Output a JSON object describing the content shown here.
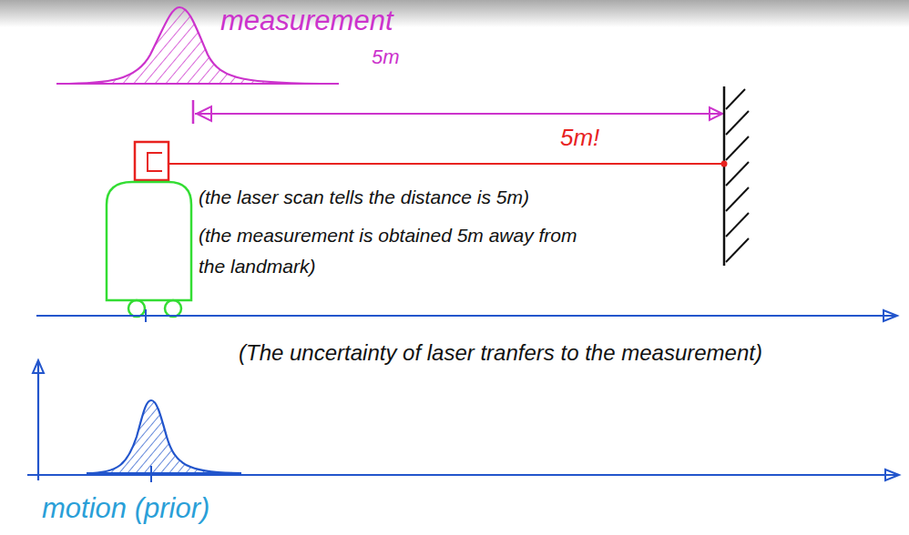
{
  "diagram": {
    "labels": [
      "measurement",
      "5m",
      "5m!",
      "(the laser scan tells the distance is 5m)",
      "(the measurement is obtained 5m away from the landmark)",
      "(The uncertainty of laser tranfers to the measurement)",
      "motion (prior)"
    ]
  }
}
